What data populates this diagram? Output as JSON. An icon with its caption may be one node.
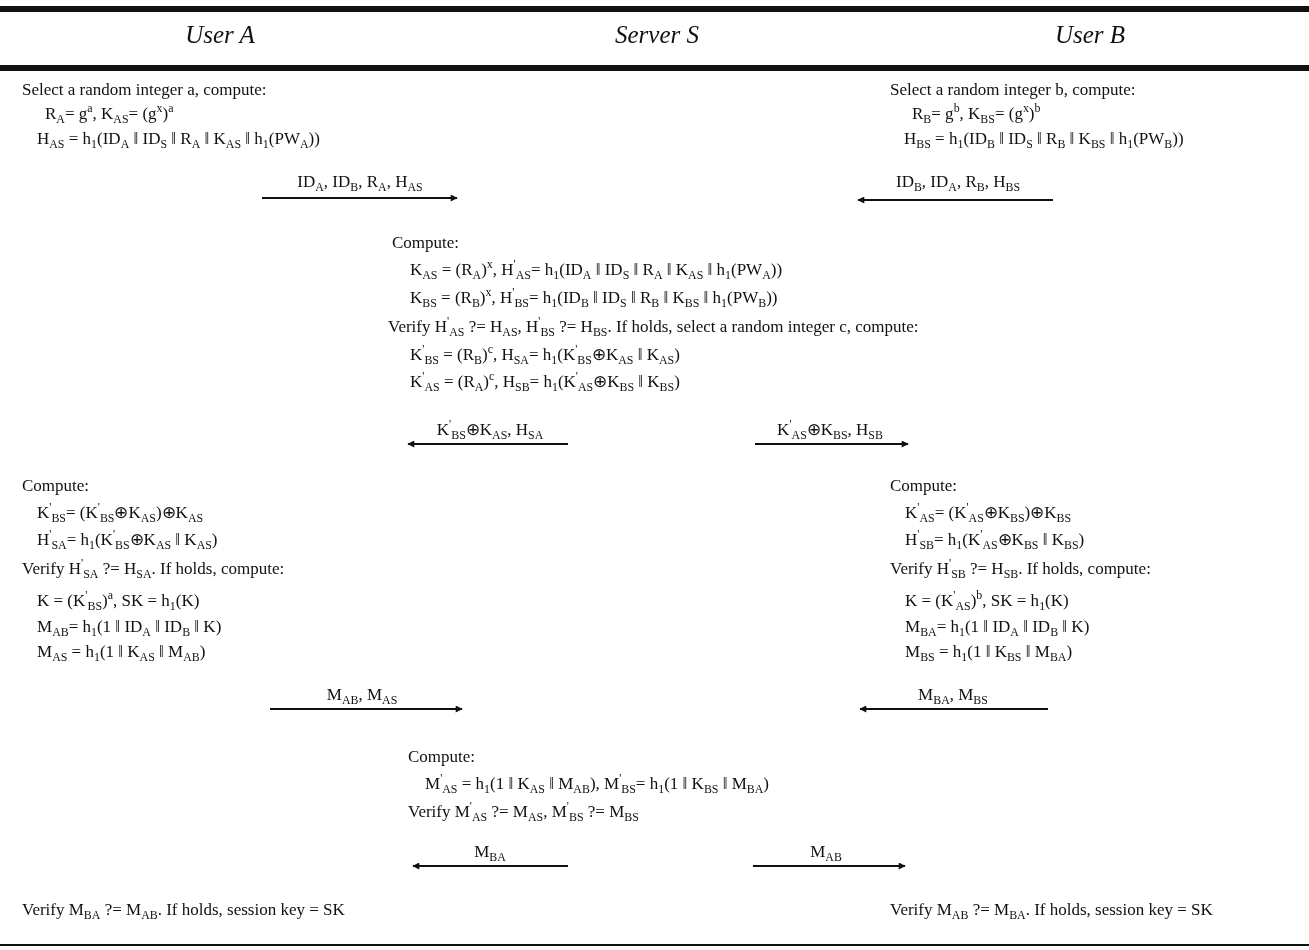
{
  "diagram": {
    "labels": [
      "User A",
      "Server S",
      "User B",
      "Select a random integer a, compute:",
      "R$_{A}$= g$^{a}$,  K$_{AS}$= (g$^{x}$)$^{a}$",
      "H$_{AS}$ = h$_{1}$(ID$_{A}$ ‖ ID$_{S}$ ‖ R$_{A}$ ‖ K$_{AS}$ ‖ h$_{1}$(PW$_{A}$))",
      "Select a random integer b, compute:",
      "R$_{B}$= g$^{b}$,  K$_{BS}$= (g$^{x}$)$^{b}$",
      "H$_{BS}$ = h$_{1}$(ID$_{B}$ ‖ ID$_{S}$ ‖ R$_{B}$ ‖ K$_{BS}$ ‖ h$_{1}$(PW$_{B}$))",
      "ID$_{A}$, ID$_{B}$, R$_{A}$, H$_{AS}$",
      "ID$_{B}$, ID$_{A}$, R$_{B}$, H$_{BS}$",
      "Compute:",
      "K$_{AS}$ = (R$_{A}$)$^{x}$,  H$^{'}$$_{AS}$= h$_{1}$(ID$_{A}$ ‖ ID$_{S}$ ‖ R$_{A}$ ‖ K$_{AS}$ ‖ h$_{1}$(PW$_{A}$))",
      "K$_{BS}$ = (R$_{B}$)$^{x}$,  H$^{'}$$_{BS}$= h$_{1}$(ID$_{B}$ ‖ ID$_{S}$ ‖ R$_{B}$ ‖ K$_{BS}$ ‖ h$_{1}$(PW$_{B}$))",
      "Verify  H$^{'}$$_{AS}$ ?= H$_{AS}$,  H$^{'}$$_{BS}$ ?= H$_{BS}$. If holds, select a random integer c, compute:",
      "K$^{'}$$_{BS}$ = (R$_{B}$)$^{c}$,  H$_{SA}$= h$_{1}$(K$^{'}$$_{BS}$⊕K$_{AS}$ ‖ K$_{AS}$)",
      "K$^{'}$$_{AS}$ = (R$_{A}$)$^{c}$,  H$_{SB}$= h$_{1}$(K$^{'}$$_{AS}$⊕K$_{BS}$ ‖ K$_{BS}$)",
      "K$^{'}$$_{BS}$⊕K$_{AS}$, H$_{SA}$",
      "K$^{'}$$_{AS}$⊕K$_{BS}$, H$_{SB}$",
      "Compute:",
      "K$^{'}$$_{BS}$= (K$^{'}$$_{BS}$⊕K$_{AS}$)⊕K$_{AS}$",
      "H$^{'}$$_{SA}$= h$_{1}$(K$^{'}$$_{BS}$⊕K$_{AS}$ ‖ K$_{AS}$)",
      "Verify  H$^{'}$$_{SA}$ ?= H$_{SA}$. If holds, compute:",
      "K = (K$^{'}$$_{BS}$)$^{a}$, SK = h$_{1}$(K)",
      "M$_{AB}$= h$_{1}$(1 ‖ ID$_{A}$ ‖ ID$_{B}$ ‖ K)",
      "M$_{AS}$ = h$_{1}$(1 ‖ K$_{AS}$ ‖ M$_{AB}$)",
      "Compute:",
      "K$^{'}$$_{AS}$= (K$^{'}$$_{AS}$⊕K$_{BS}$)⊕K$_{BS}$",
      "H$^{'}$$_{SB}$= h$_{1}$(K$^{'}$$_{AS}$⊕K$_{BS}$ ‖ K$_{BS}$)",
      "Verify  H$^{'}$$_{SB}$ ?= H$_{SB}$. If holds, compute:",
      "K = (K$^{'}$$_{AS}$)$^{b}$, SK = h$_{1}$(K)",
      "M$_{BA}$= h$_{1}$(1 ‖ ID$_{A}$ ‖ ID$_{B}$ ‖ K)",
      "M$_{BS}$ = h$_{1}$(1 ‖ K$_{BS}$ ‖ M$_{BA}$)",
      "M$_{AB}$, M$_{AS}$",
      "M$_{BA}$, M$_{BS}$",
      "Compute:",
      "M$^{'}$$_{AS}$ = h$_{1}$(1 ‖ K$_{AS}$ ‖ M$_{AB}$), M$^{'}$$_{BS}$= h$_{1}$(1 ‖ K$_{BS}$ ‖ M$_{BA}$)",
      "Verify M$^{'}$$_{AS}$ ?= M$_{AS}$, M$^{'}$$_{BS}$ ?= M$_{BS}$",
      "M$_{BA}$",
      "M$_{AB}$",
      "Verify M$_{BA}$ ?= M$_{AB}$. If holds, session key = SK",
      "Verify M$_{AB}$ ?= M$_{BA}$. If holds, session key = SK"
    ]
  }
}
